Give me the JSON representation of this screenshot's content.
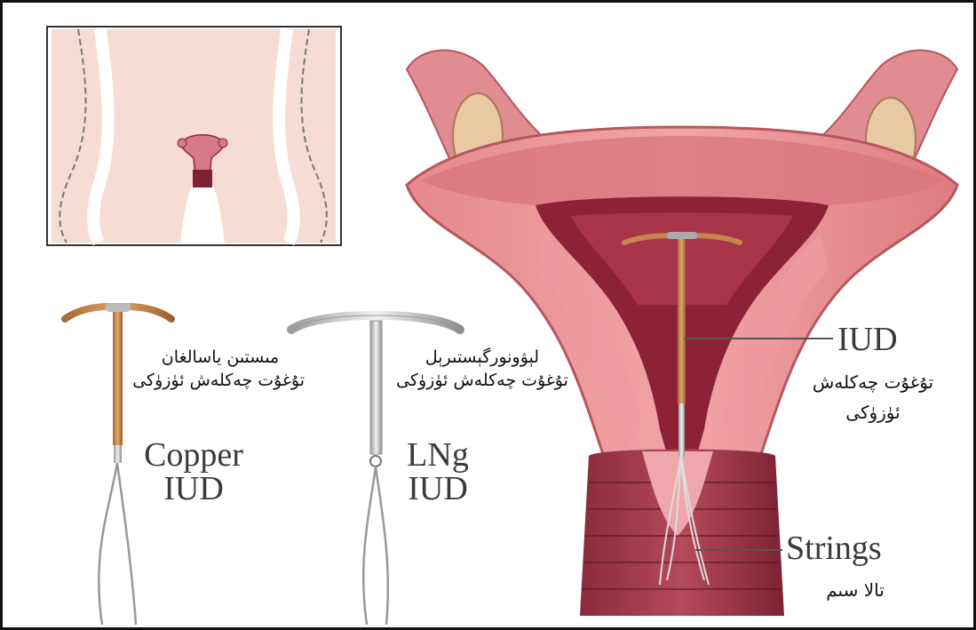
{
  "labels": {
    "copper_ug_line1": "مىستىن ياسالغان",
    "copper_ug_line2": "تۇغۇت چەكلەش ئۈزۈكى",
    "copper_en_line1": "Copper",
    "copper_en_line2": "IUD",
    "lng_ug_line1": "لېۋونورگېستىرېل",
    "lng_ug_line2": "تۇغۇت چەكلەش ئۈزۈكى",
    "lng_en_line1": "LNg",
    "lng_en_line2": "IUD",
    "iud_en": "IUD",
    "iud_ug_line1": "تۇغۇت چەكلەش",
    "iud_ug_line2": "ئۈزۈكى",
    "strings_en": "Strings",
    "strings_ug": "تالا سىم"
  }
}
